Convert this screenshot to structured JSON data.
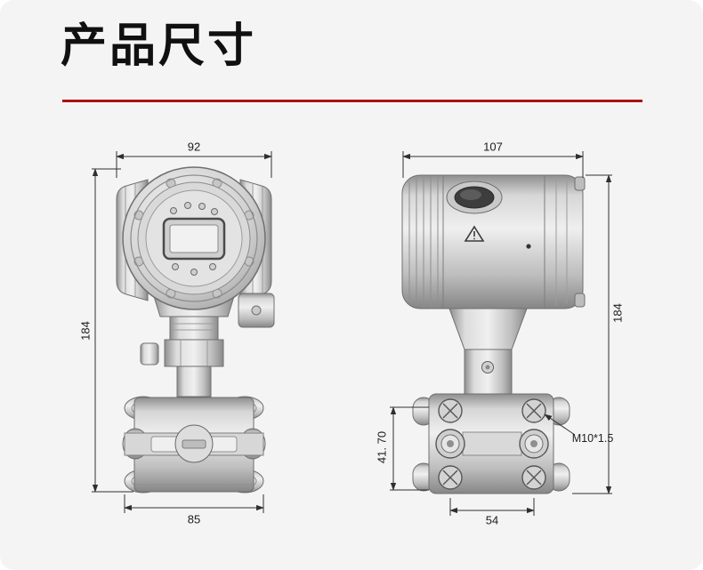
{
  "page": {
    "title": "产品尺寸"
  },
  "colors": {
    "accent_red": "#ab1113",
    "dimension_line": "#2f2f2f",
    "card_background": "#f4f4f4"
  },
  "front_view": {
    "dimensions": {
      "top_width": "92",
      "height": "184",
      "bottom_width": "85"
    }
  },
  "side_view": {
    "dimensions": {
      "top_width": "107",
      "height": "184",
      "flange_height": "41. 70",
      "port_spacing": "54",
      "thread_spec": "M10*1.5"
    }
  }
}
